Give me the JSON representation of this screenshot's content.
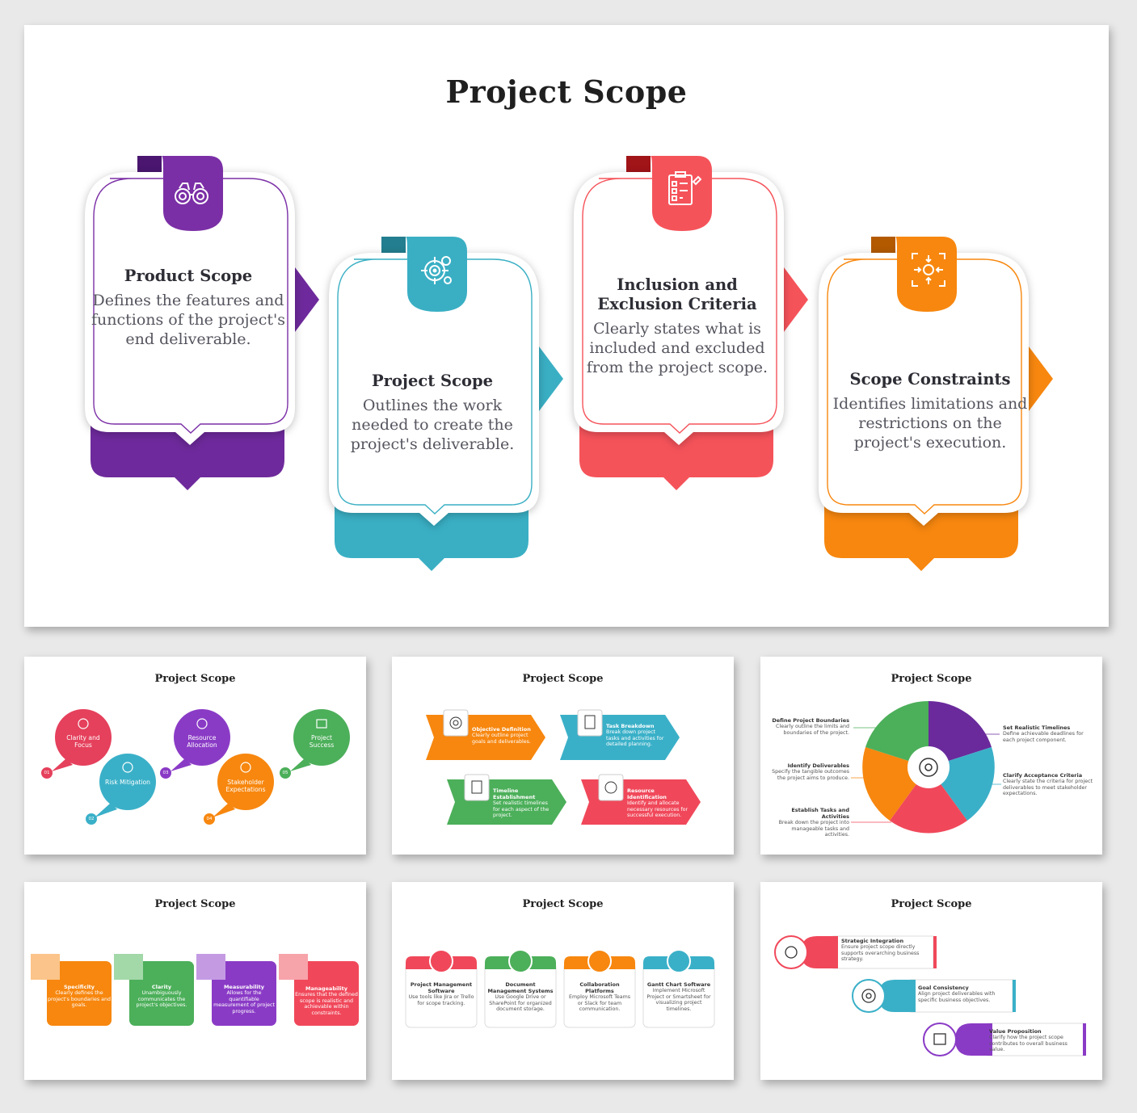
{
  "main": {
    "title": "Project Scope",
    "cards": [
      {
        "title": "Product Scope",
        "desc": "Defines the features and functions of the project's end deliverable.",
        "icon": "binoculars-icon",
        "color": "#7b2fa6"
      },
      {
        "title": "Project Scope",
        "desc": "Outlines the work needed to create the project's deliverable.",
        "icon": "gear-target-icon",
        "color": "#3aafc4"
      },
      {
        "title": "Inclusion and Exclusion Criteria",
        "desc": "Clearly states what is included and excluded from the project scope.",
        "icon": "checklist-icon",
        "color": "#f5535a"
      },
      {
        "title": "Scope Constraints",
        "desc": "Identifies limitations and restrictions on the project's execution.",
        "icon": "constraints-icon",
        "color": "#f7870f"
      }
    ]
  },
  "thumbs": {
    "t1": {
      "title": "Project Scope",
      "items": [
        {
          "label": "Clarity and Focus",
          "num": "01",
          "color": "#e5405c"
        },
        {
          "label": "Risk Mitigation",
          "num": "02",
          "color": "#3ab0c8"
        },
        {
          "label": "Resource Allocation",
          "num": "03",
          "color": "#8a3bc6"
        },
        {
          "label": "Stakeholder Expectations",
          "num": "04",
          "color": "#f7870f"
        },
        {
          "label": "Project Success",
          "num": "05",
          "color": "#4caf5a"
        }
      ]
    },
    "t2": {
      "title": "Project Scope",
      "items": [
        {
          "title": "Objective Definition",
          "desc": "Clearly outline project goals and deliverables.",
          "color": "#f7870f"
        },
        {
          "title": "Task Breakdown",
          "desc": "Break down project tasks and activities for detailed planning.",
          "color": "#3ab0c8"
        },
        {
          "title": "Timeline Establishment",
          "desc": "Set realistic timelines for each aspect of the project.",
          "color": "#4caf5a"
        },
        {
          "title": "Resource Identification",
          "desc": "Identify and allocate necessary resources for successful execution.",
          "color": "#f0485a"
        }
      ]
    },
    "t3": {
      "title": "Project Scope",
      "items": [
        {
          "title": "Define Project Boundaries",
          "desc": "Clearly outline the limits and boundaries of the project."
        },
        {
          "title": "Identify Deliverables",
          "desc": "Specify the tangible outcomes the project aims to produce."
        },
        {
          "title": "Establish Tasks and Activities",
          "desc": "Break down the project into manageable tasks and activities."
        },
        {
          "title": "Set Realistic Timelines",
          "desc": "Define achievable deadlines for each project component."
        },
        {
          "title": "Clarify Acceptance Criteria",
          "desc": "Clearly state the criteria for project deliverables to meet stakeholder expectations."
        }
      ]
    },
    "t4": {
      "title": "Project Scope",
      "items": [
        {
          "title": "Specificity",
          "desc": "Clearly defines the project's boundaries and goals.",
          "color": "#f7870f",
          "light": "#fbc48a"
        },
        {
          "title": "Clarity",
          "desc": "Unambiguously communicates the project's objectives.",
          "color": "#4caf5a",
          "light": "#a3d8a8"
        },
        {
          "title": "Measurability",
          "desc": "Allows for the quantifiable measurement of project progress.",
          "color": "#8a3bc6",
          "light": "#c49be3"
        },
        {
          "title": "Manageability",
          "desc": "Ensures that the defined scope is realistic and achievable within constraints.",
          "color": "#f0485a",
          "light": "#f7a3aa"
        }
      ]
    },
    "t5": {
      "title": "Project Scope",
      "items": [
        {
          "title": "Project Management Software",
          "desc": "Use tools like Jira or Trello for scope tracking.",
          "color": "#f0485a"
        },
        {
          "title": "Document Management Systems",
          "desc": "Use Google Drive or SharePoint for organized document storage.",
          "color": "#4caf5a"
        },
        {
          "title": "Collaboration Platforms",
          "desc": "Employ Microsoft Teams or Slack for team communication.",
          "color": "#f7870f"
        },
        {
          "title": "Gantt Chart Software",
          "desc": "Implement Microsoft Project or Smartsheet for visualizing project timelines.",
          "color": "#3ab0c8"
        }
      ]
    },
    "t6": {
      "title": "Project Scope",
      "items": [
        {
          "title": "Strategic Integration",
          "desc": "Ensure project scope directly supports overarching business strategy.",
          "color": "#f0485a"
        },
        {
          "title": "Goal Consistency",
          "desc": "Align project deliverables with specific business objectives.",
          "color": "#3ab0c8"
        },
        {
          "title": "Value Proposition",
          "desc": "Clarify how the project scope contributes to overall business value.",
          "color": "#8a3bc6"
        }
      ]
    }
  }
}
